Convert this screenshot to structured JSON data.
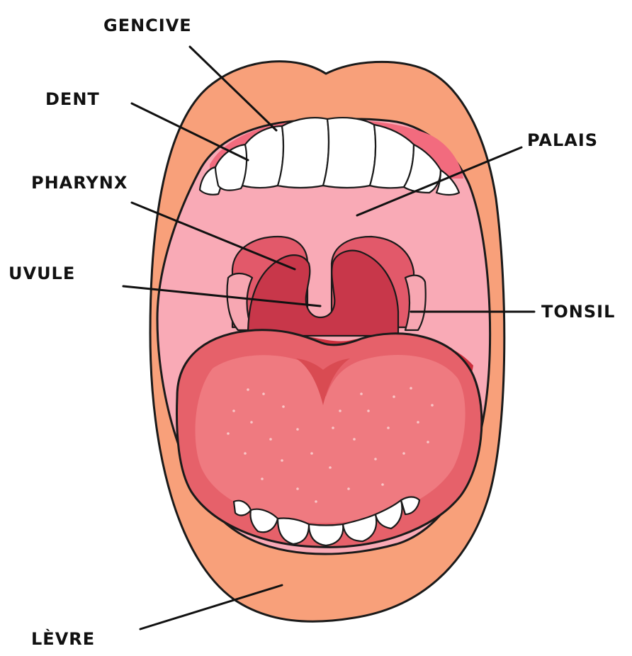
{
  "labels": {
    "gencive": "GENCIVE",
    "dent": "DENT",
    "palais": "PALAIS",
    "pharynx": "PHARYNX",
    "uvule": "UVULE",
    "tonsil": "TONSIL",
    "levre": "LÈVRE"
  },
  "colors": {
    "lip": "#f8a07a",
    "mouth_interior": "#f9aab6",
    "gum": "#f26b7e",
    "teeth": "#ffffff",
    "pharynx_fold": "#e2596a",
    "throat": "#c8374a",
    "tongue": "#e6616a",
    "tongue_shadow": "#d94b52",
    "tonsil": "#f7a7b2",
    "outline": "#1a1a1a"
  },
  "icons": {
    "mouth_illustration": "open-mouth-anatomy"
  }
}
